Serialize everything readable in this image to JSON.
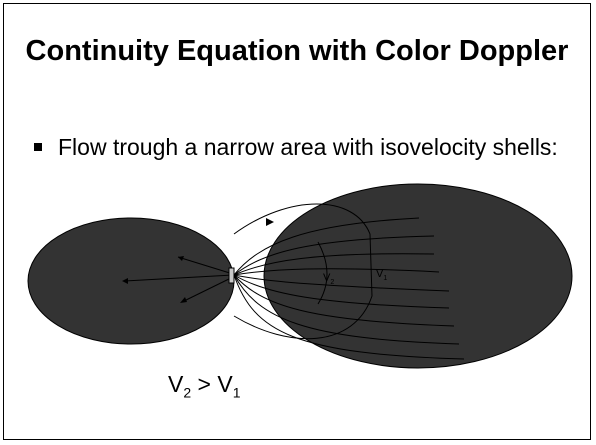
{
  "slide": {
    "title": "Continuity Equation with Color Doppler",
    "bullet": "Flow trough a narrow area with isovelocity shells:",
    "diagram": {
      "labels": {
        "v2": {
          "main": "V",
          "sub": "2"
        },
        "v1": {
          "main": "V",
          "sub": "1"
        }
      },
      "colors": {
        "fill": "#333333",
        "stroke": "#000000",
        "orifice": "#c8c8c8"
      }
    },
    "formula": {
      "left": "V",
      "left_sub": "2",
      "operator": " > ",
      "right": "V",
      "right_sub": "1"
    }
  }
}
